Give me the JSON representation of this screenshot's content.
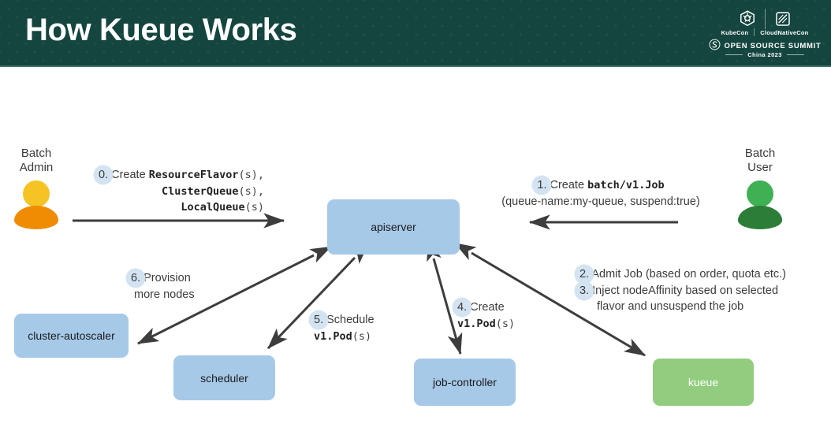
{
  "header": {
    "title": "How Kueue Works",
    "bg_color": "#14453F",
    "logo": {
      "kubecon": "KubeCon",
      "cloudnativecon": "CloudNativeCon",
      "summit": "OPEN SOURCE SUMMIT",
      "year": "China 2023"
    }
  },
  "actors": [
    {
      "id": "batch-admin",
      "label": "Batch\nAdmin",
      "head_color": "#F6C324",
      "body_color": "#F08C02"
    },
    {
      "id": "batch-user",
      "label": "Batch\nUser",
      "head_color": "#3FB155",
      "body_color": "#2B7D37"
    }
  ],
  "nodes": [
    {
      "id": "apiserver",
      "label": "apiserver",
      "color": "#A6C9E8",
      "text_color": "#1b1b1b"
    },
    {
      "id": "cluster-autoscaler",
      "label": "cluster-autoscaler",
      "color": "#A6C9E8",
      "text_color": "#1b1b1b"
    },
    {
      "id": "scheduler",
      "label": "scheduler",
      "color": "#A6C9E8",
      "text_color": "#1b1b1b"
    },
    {
      "id": "job-controller",
      "label": "job-controller",
      "color": "#A6C9E8",
      "text_color": "#1b1b1b"
    },
    {
      "id": "kueue",
      "label": "kueue",
      "color": "#92CC7E",
      "text_color": "#ffffff"
    }
  ],
  "steps": {
    "s0": {
      "num": "0.",
      "verb": "Create",
      "line1_code": "ResourceFlavor",
      "line1_suffix": "(s),",
      "line2_code": "ClusterQueue",
      "line2_suffix": "(s),",
      "line3_code": "LocalQueue",
      "line3_suffix": "(s)"
    },
    "s1": {
      "num": "1.",
      "verb": "Create",
      "code": "batch/v1.Job",
      "detail": "(queue-name:my-queue, suspend:true)"
    },
    "s2": {
      "num": "2.",
      "text": "Admit Job (based on order, quota etc.)"
    },
    "s3": {
      "num": "3.",
      "line1": "Inject nodeAffinity based on selected",
      "line2": "flavor and unsuspend the job"
    },
    "s4": {
      "num": "4.",
      "verb": "Create",
      "code": "v1.Pod",
      "suffix": "(s)"
    },
    "s5": {
      "num": "5.",
      "verb": "Schedule",
      "code": "v1.Pod",
      "suffix": "(s)"
    },
    "s6": {
      "num": "6.",
      "line1": "Provision",
      "line2": "more nodes"
    }
  },
  "palette": {
    "badge": "#D3E3F2",
    "arrow": "#3d3d3d",
    "node_blue": "#A6C9E8",
    "node_green": "#92CC7E"
  }
}
